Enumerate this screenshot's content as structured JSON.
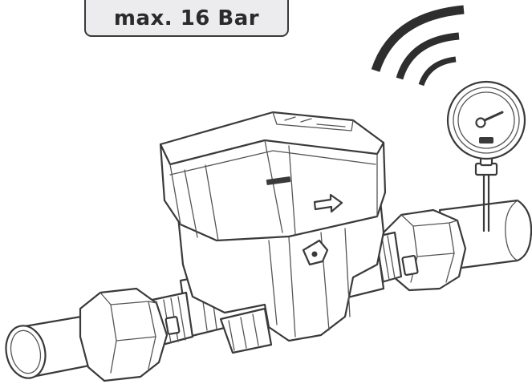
{
  "pressure_label": {
    "text": "max. 16 Bar"
  },
  "illustration": {
    "components": [
      "inlet-pipe",
      "inlet-union-nut",
      "water-meter-body",
      "meter-register-head",
      "flow-direction-arrow",
      "outlet-union-nut",
      "outlet-pipe",
      "pressure-gauge",
      "wireless-signal-icon"
    ]
  }
}
